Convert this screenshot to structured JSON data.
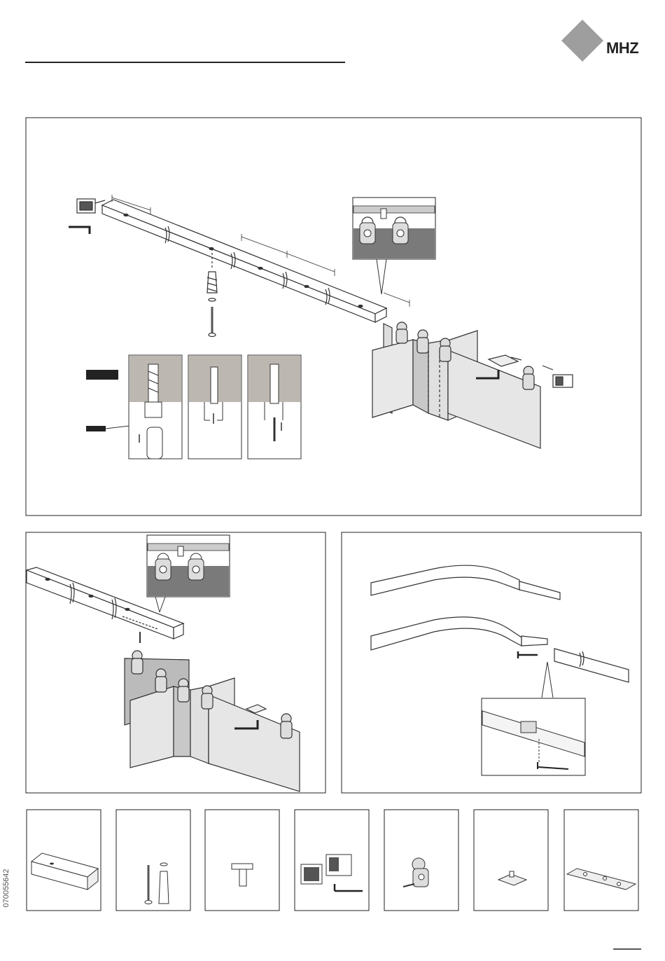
{
  "header": {
    "brand": "MHZ",
    "brand_color": "#9e9e9e",
    "header_rule": true
  },
  "document": {
    "side_code": "070055642"
  },
  "panels": {
    "mounting": {
      "name": "ceiling-mounting-step"
    },
    "inserting": {
      "name": "carrier-insertion-step"
    },
    "curve": {
      "name": "curved-rail-joining-step"
    }
  },
  "parts": [
    {
      "name": "rail-profile"
    },
    {
      "name": "screw-and-dowel"
    },
    {
      "name": "ceiling-bracket"
    },
    {
      "name": "end-caps-and-hex-key"
    },
    {
      "name": "roller-carrier"
    },
    {
      "name": "end-stop"
    },
    {
      "name": "connecting-plate"
    }
  ]
}
